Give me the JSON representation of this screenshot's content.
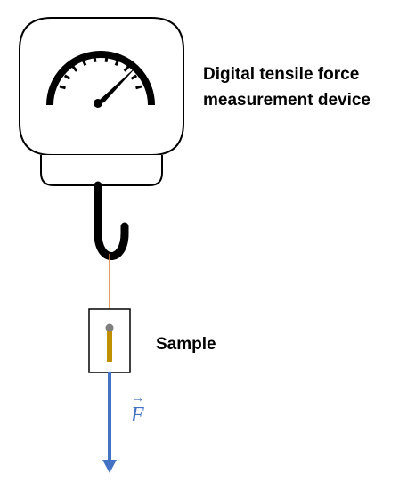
{
  "device": {
    "label_line1": "Digital tensile force",
    "label_line2": "measurement device"
  },
  "sample": {
    "label": "Sample"
  },
  "force": {
    "symbol": "F",
    "vector_mark": "→"
  },
  "colors": {
    "outline": "#000000",
    "string": "#e07b39",
    "sample_bar": "#bf8f00",
    "pin": "#7f7f7f",
    "force_arrow": "#4472c4"
  },
  "icons": [
    "gauge-icon",
    "hook-icon",
    "force-arrow-icon"
  ]
}
